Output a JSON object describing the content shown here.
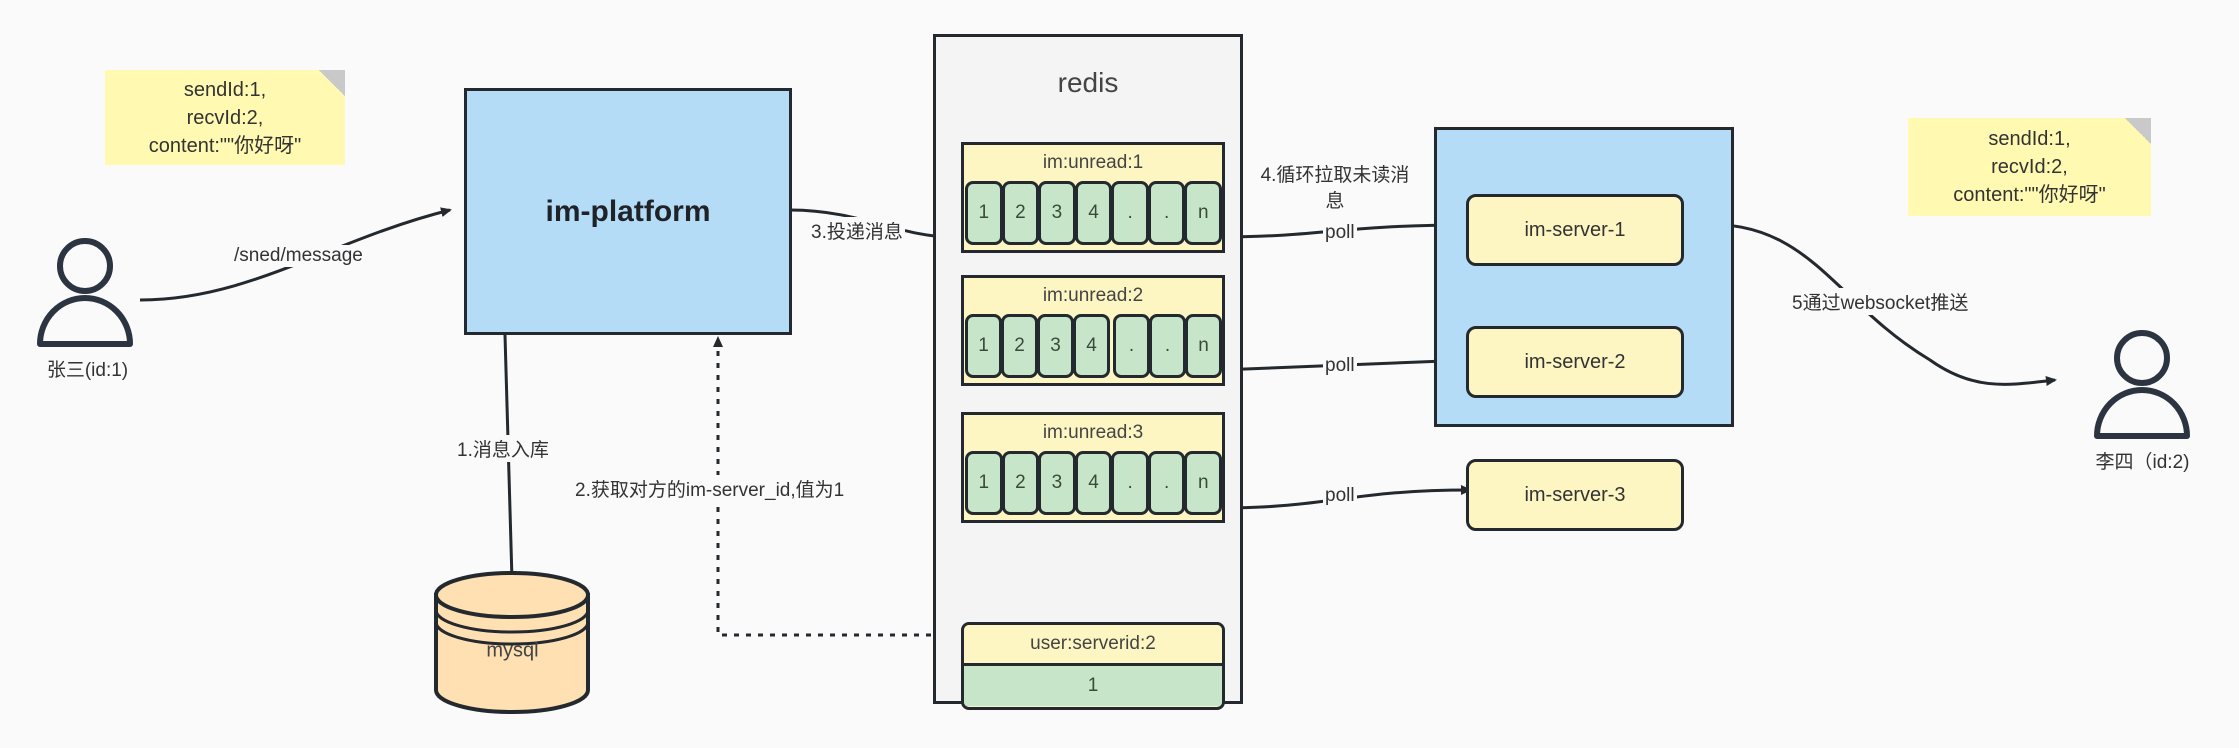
{
  "diagram": {
    "title": "IM message delivery architecture",
    "colors": {
      "background": "#fafafa",
      "blue_fill": "#B5DCF7",
      "yellow_fill": "#FDF6C3",
      "green_fill": "#C7E6C9",
      "note_fill": "#FFF9B1",
      "orange_fill": "#FFE0B2",
      "gray_fill": "#F4F4F4",
      "stroke": "#23292e"
    }
  },
  "notes": {
    "left": "sendId:1,\nrecvId:2,\ncontent:\"\"你好呀\"",
    "right": "sendId:1,\nrecvId:2,\ncontent:\"\"你好呀\""
  },
  "actors": {
    "sender": {
      "label": "张三(id:1)",
      "icon": "user-icon"
    },
    "receiver": {
      "label": "李四（id:2)",
      "icon": "user-icon"
    }
  },
  "nodes": {
    "platform": {
      "label": "im-platform"
    },
    "mysql": {
      "label": "mysql"
    },
    "redis": {
      "label": "redis"
    },
    "server_group": {
      "servers": [
        {
          "label": "im-server-1"
        },
        {
          "label": "im-server-2"
        },
        {
          "label": "im-server-3"
        }
      ]
    }
  },
  "redis_keys": {
    "unread": [
      {
        "key": "im:unread:1",
        "cells": [
          "1",
          "2",
          "3",
          "4",
          ".",
          ".",
          "n"
        ]
      },
      {
        "key": "im:unread:2",
        "cells": [
          "1",
          "2",
          "3",
          "4",
          ".",
          ".",
          "n"
        ]
      },
      {
        "key": "im:unread:3",
        "cells": [
          "1",
          "2",
          "3",
          "4",
          ".",
          ".",
          "n"
        ]
      }
    ],
    "serverid": {
      "key": "user:serverid:2",
      "value": "1"
    }
  },
  "edges": {
    "send_message": "/sned/message",
    "step1": "1.消息入库",
    "step2": "2.获取对方的im-server_id,值为1",
    "step3": "3.投递消息",
    "step4": "4.循环拉取未读消\n息",
    "poll1": "poll",
    "poll2": "poll",
    "poll3": "poll",
    "step5": "5通过websocket推送"
  }
}
